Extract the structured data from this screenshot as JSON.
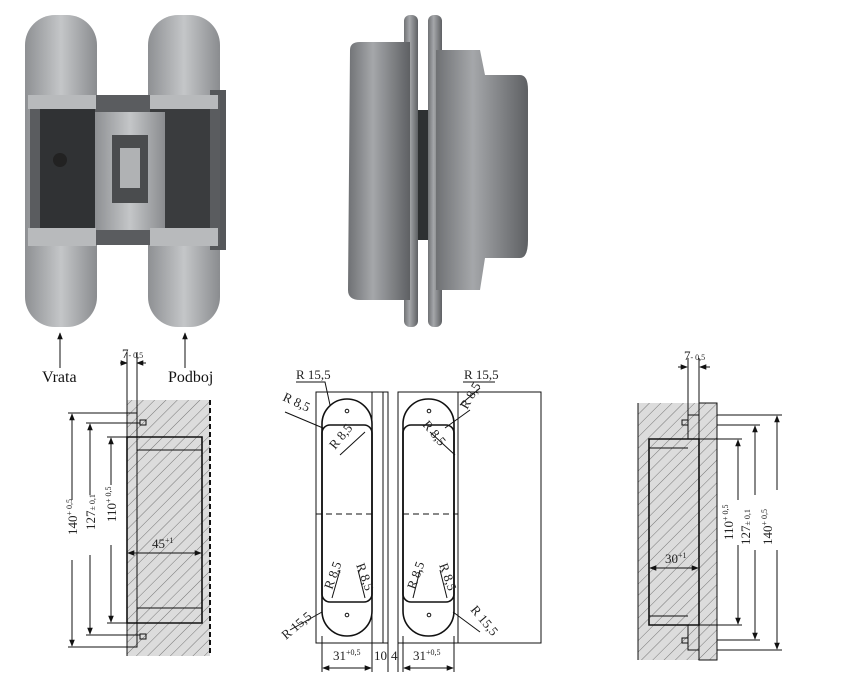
{
  "labels": {
    "door": "Vrata",
    "frame": "Podboj"
  },
  "left_section": {
    "width_top": "7",
    "width_top_tol": "- 0,5",
    "h140": "140",
    "h140_tol": "+ 0,5",
    "h127": "127",
    "h127_tol": "± 0,1",
    "h110": "110",
    "h110_tol": "+ 0,5",
    "depth": "45",
    "depth_tol": "+1"
  },
  "front_view": {
    "r_outer": "R 15,5",
    "r_inner": "R 8,5",
    "w_left": "31",
    "w_left_tol": "+0,5",
    "gap": "10",
    "gap2": "4",
    "w_right": "31",
    "w_right_tol": "+0,5"
  },
  "right_section": {
    "width_top": "7",
    "width_top_tol": "- 0,5",
    "h110": "110",
    "h110_tol": "+ 0,5",
    "h127": "127",
    "h127_tol": "± 0,1",
    "h140": "140",
    "h140_tol": "+ 0,5",
    "depth": "30",
    "depth_tol": "+1"
  },
  "colors": {
    "metal": "#a9abad",
    "section_fill": "#d8d8d8",
    "line": "#111111"
  }
}
